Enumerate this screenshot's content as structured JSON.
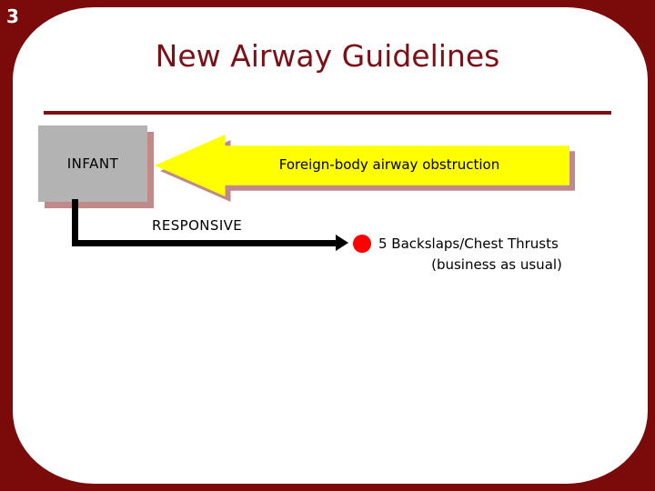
{
  "slide": {
    "number": "3",
    "title": "New Airway Guidelines",
    "background_color": "#7B0A0A",
    "panel_color": "#ffffff",
    "title_color": "#7B1016"
  },
  "diagram": {
    "patient_box": {
      "label": "INFANT",
      "fill_color": "#B3B3B3",
      "shadow_color": "#C08A8A"
    },
    "condition_arrow": {
      "label": "Foreign-body airway obstruction",
      "fill_color": "#FFFF00",
      "shadow_color": "#C08A8A",
      "direction": "left"
    },
    "branch": {
      "label": "RESPONSIVE",
      "connector_color": "#000000"
    },
    "outcome": {
      "bullet_color": "#FF0000",
      "line1": "5 Backslaps/Chest Thrusts",
      "line2": "(business as usual)"
    }
  }
}
